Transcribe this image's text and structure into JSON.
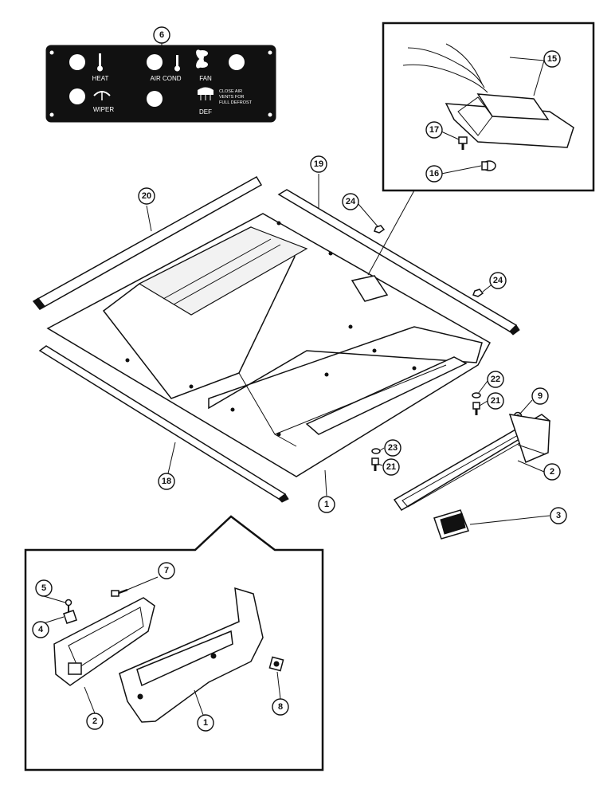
{
  "panel": {
    "labels": {
      "heat": "HEAT",
      "air_cond": "AIR COND",
      "fan": "FAN",
      "wiper": "WIPER",
      "def": "DEF",
      "def_note_1": "CLOSE AIR",
      "def_note_2": "VENTS FOR",
      "def_note_3": "FULL DEFROST"
    }
  },
  "callouts": {
    "c6": "6",
    "c15": "15",
    "c17": "17",
    "c16": "16",
    "c19": "19",
    "c20": "20",
    "c24a": "24",
    "c24b": "24",
    "c22": "22",
    "c21a": "21",
    "c9": "9",
    "c23": "23",
    "c21b": "21",
    "c2a": "2",
    "c3": "3",
    "c18": "18",
    "c1a": "1",
    "c7": "7",
    "c5": "5",
    "c4": "4",
    "c2b": "2",
    "c1b": "1",
    "c8": "8"
  }
}
